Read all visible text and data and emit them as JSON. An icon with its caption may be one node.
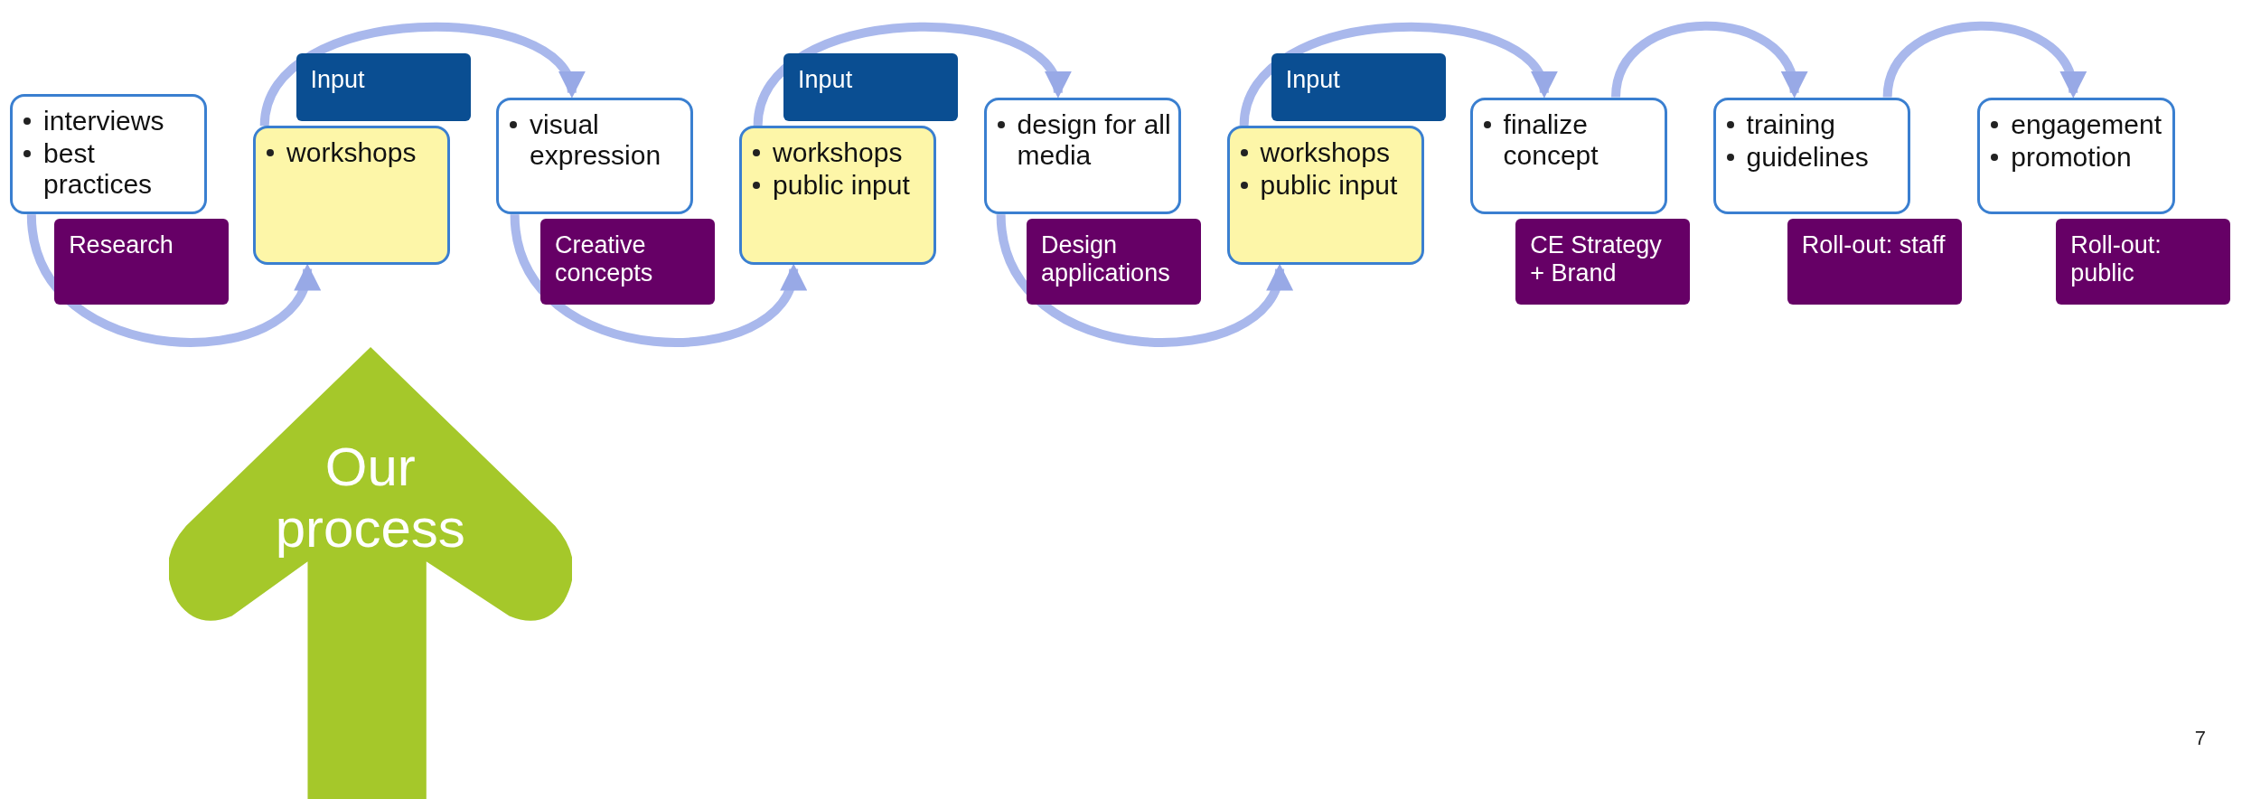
{
  "diagram": {
    "nodes": [
      {
        "text": [
          "interviews",
          "best practices"
        ]
      },
      {
        "text": [
          "Research"
        ]
      },
      {
        "text": [
          "workshops"
        ]
      },
      {
        "text": [
          "Input"
        ]
      },
      {
        "text": [
          "visual expression"
        ]
      },
      {
        "text": [
          "Creative concepts"
        ]
      },
      {
        "text": [
          "workshops",
          "public input"
        ]
      },
      {
        "text": [
          "Input"
        ]
      },
      {
        "text": [
          "design for all media"
        ]
      },
      {
        "text": [
          "Design applications"
        ]
      },
      {
        "text": [
          "workshops",
          "public input"
        ]
      },
      {
        "text": [
          "Input"
        ]
      },
      {
        "text": [
          "finalize concept"
        ]
      },
      {
        "text": [
          "CE Strategy + Brand"
        ]
      },
      {
        "text": [
          "training",
          "guidelines"
        ]
      },
      {
        "text": [
          "Roll-out: staff"
        ]
      },
      {
        "text": [
          "engagement",
          "promotion"
        ]
      },
      {
        "text": [
          "Roll-out: public"
        ]
      },
      {
        "text": [
          "Our process"
        ]
      }
    ],
    "edges": [
      {
        "from": 0,
        "to": 2,
        "arrow": "to"
      },
      {
        "from": 2,
        "to": 4,
        "arrow": "to"
      },
      {
        "from": 4,
        "to": 6,
        "arrow": "to"
      },
      {
        "from": 6,
        "to": 8,
        "arrow": "to"
      },
      {
        "from": 8,
        "to": 10,
        "arrow": "to"
      },
      {
        "from": 10,
        "to": 12,
        "arrow": "to"
      },
      {
        "from": 12,
        "to": 14,
        "arrow": "to"
      },
      {
        "from": 14,
        "to": 16,
        "arrow": "to"
      }
    ],
    "labels": [
      "7"
    ]
  }
}
